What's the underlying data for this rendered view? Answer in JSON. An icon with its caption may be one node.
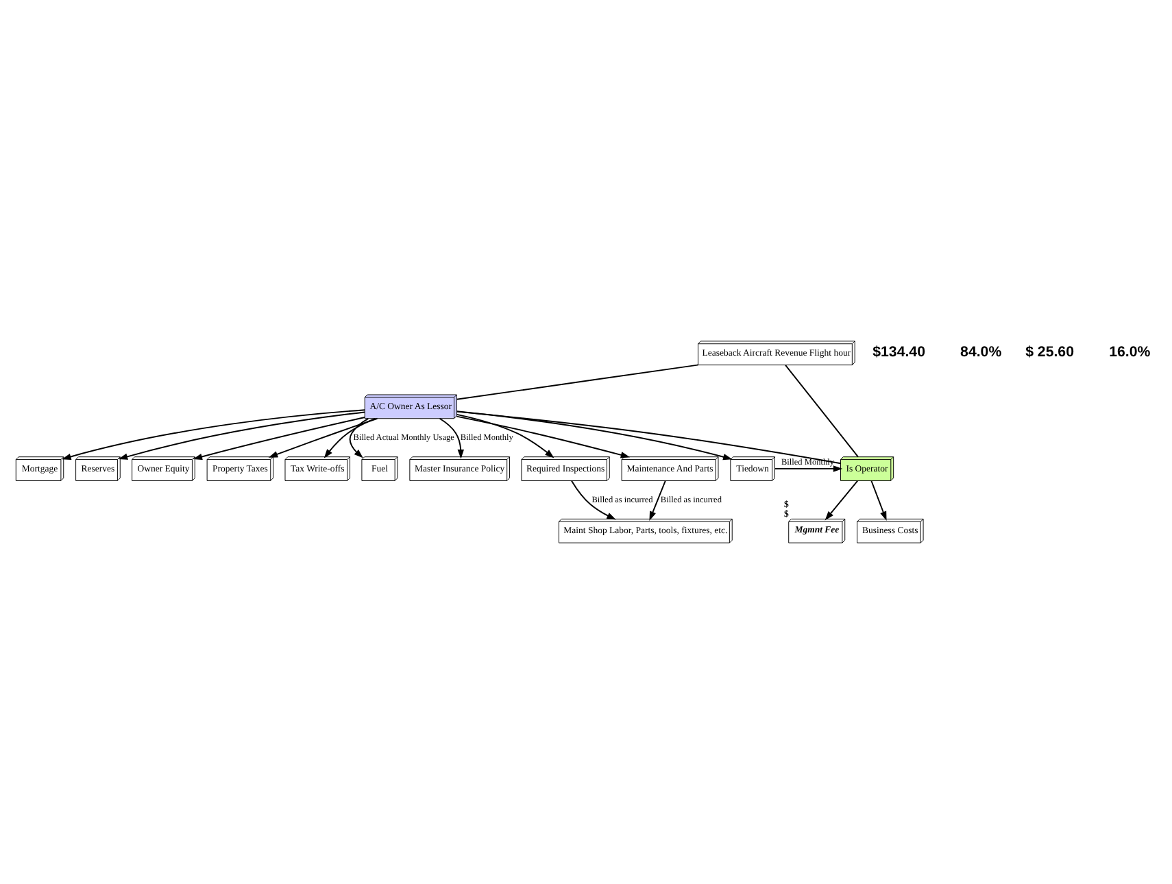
{
  "diagram": {
    "nodes": [
      {
        "text": [
          "Leaseback Aircraft Revenue Flight hour"
        ]
      },
      {
        "text": [
          "A/C Owner As Lessor"
        ]
      },
      {
        "text": [
          "Is Operator"
        ]
      },
      {
        "text": [
          "Mgmnt Fee"
        ],
        "beside": [
          "$",
          "$"
        ]
      },
      {
        "text": [
          "Mortgage"
        ]
      },
      {
        "text": [
          "Reserves"
        ]
      },
      {
        "text": [
          "Owner Equity"
        ]
      },
      {
        "text": [
          "Property Taxes"
        ]
      },
      {
        "text": [
          "Tax Write-offs"
        ]
      },
      {
        "text": [
          "Fuel"
        ]
      },
      {
        "text": [
          "Master Insurance Policy"
        ]
      },
      {
        "text": [
          "Business Costs"
        ]
      },
      {
        "text": [
          "Required Inspections"
        ]
      },
      {
        "text": [
          "Maintenance And Parts"
        ]
      },
      {
        "text": [
          "Tiedown"
        ]
      },
      {
        "text": [
          "Maint Shop Labor, Parts, tools, fixtures, etc."
        ]
      }
    ],
    "edges": [
      {
        "from": 0,
        "to": 1,
        "arrow": "none"
      },
      {
        "from": 0,
        "to": 2,
        "arrow": "none"
      },
      {
        "from": 1,
        "to": 2,
        "arrow": "none"
      },
      {
        "from": 2,
        "to": 3,
        "arrow": "to"
      },
      {
        "from": 1,
        "to": 4,
        "arrow": "to"
      },
      {
        "from": 1,
        "to": 5,
        "arrow": "to"
      },
      {
        "from": 1,
        "to": 6,
        "arrow": "to"
      },
      {
        "from": 1,
        "to": 7,
        "arrow": "to"
      },
      {
        "from": 1,
        "to": 8,
        "arrow": "to"
      },
      {
        "from": 1,
        "to": 9,
        "arrow": "to",
        "label": "Billed Actual Monthly Usage"
      },
      {
        "from": 1,
        "to": 10,
        "arrow": "to",
        "label": "Billed Monthly"
      },
      {
        "from": 2,
        "to": 11,
        "arrow": "to"
      },
      {
        "from": 1,
        "to": 12,
        "arrow": "to"
      },
      {
        "from": 1,
        "to": 13,
        "arrow": "to"
      },
      {
        "from": 1,
        "to": 14,
        "arrow": "to"
      },
      {
        "from": 12,
        "to": 15,
        "arrow": "to",
        "label": "Billed as incurred"
      },
      {
        "from": 13,
        "to": 15,
        "arrow": "to",
        "label": "Billed as incurred"
      },
      {
        "from": 14,
        "to": 2,
        "arrow": "to",
        "label": "Billed Monthly"
      }
    ],
    "labels": [
      "$134.40",
      "84.0%",
      "$ 25.60",
      "16.0%"
    ]
  }
}
